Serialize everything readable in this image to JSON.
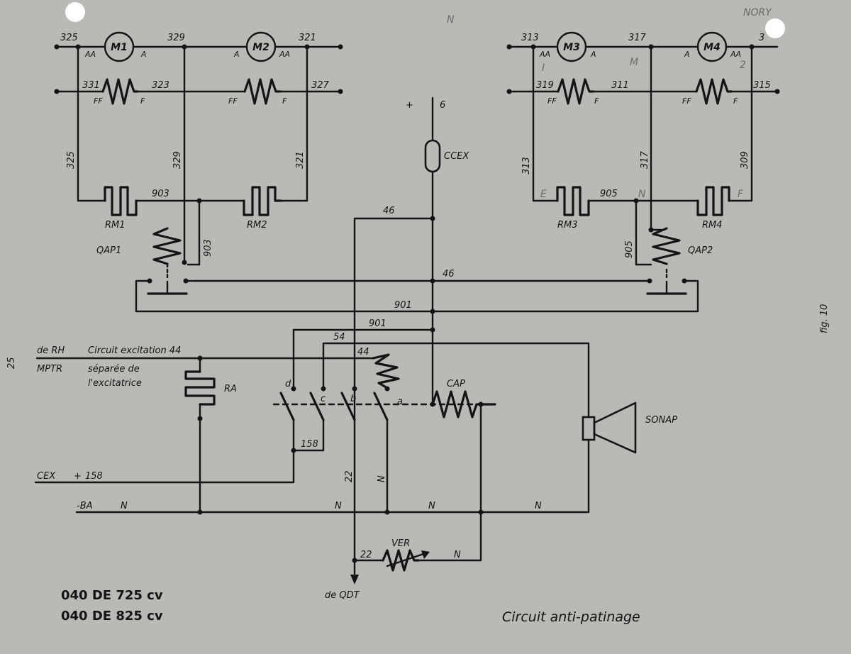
{
  "figure": {
    "title": "Circuit anti-patinage",
    "fig_number": "fig. 10",
    "page_number": "25",
    "models": [
      "040 DE 725 cv",
      "040 DE 825 cv"
    ],
    "corner_pencil": "NORY",
    "top_pencil": "N"
  },
  "left_group": {
    "wire_top_left": "325",
    "wire_top_mid": "329",
    "wire_top_right": "321",
    "motor1": "M1",
    "motor2": "M2",
    "field_left": "331",
    "field_mid": "323",
    "field_right": "327",
    "vert_left": "325",
    "vert_mid": "329",
    "vert_right": "321",
    "link_903": "903",
    "vert_903": "903",
    "rm1": "RM1",
    "rm2": "RM2",
    "qap": "QAP1",
    "term_AA": "AA",
    "term_A": "A",
    "term_FF": "FF",
    "term_F": "F"
  },
  "right_group": {
    "wire_top_left": "313",
    "wire_top_mid": "317",
    "wire_top_right": "3",
    "motor3": "M3",
    "motor4": "M4",
    "field_left": "319",
    "field_mid": "311",
    "field_right": "315",
    "vert_left": "313",
    "vert_mid": "317",
    "vert_right": "309",
    "link_905": "905",
    "vert_905": "905",
    "rm3": "RM3",
    "rm4": "RM4",
    "qap": "QAP2",
    "pencil_I": "I",
    "pencil_M": "M",
    "pencil_2": "2",
    "pencil_E": "E",
    "pencil_N": "N",
    "pencil_F": "F"
  },
  "center": {
    "plus": "+",
    "six": "6",
    "ccex": "CCEX",
    "w46_top": "46",
    "w46_mid": "46",
    "w901_a": "901",
    "w901_b": "901",
    "w54": "54",
    "w44": "44",
    "cap": "CAP",
    "sonap": "SONAP",
    "ra": "RA",
    "contacts": [
      "d",
      "c",
      "b",
      "a"
    ],
    "w158": "158",
    "w22_vert": "22",
    "n_vert": "N",
    "ver": "VER",
    "w22_bottom": "22",
    "n_bottom": "N",
    "de_qdt": "de QDT"
  },
  "left_notes": {
    "de_rh": "de RH",
    "circuit_exc": "Circuit excitation 44",
    "mptr": "MPTR",
    "separee": "séparée de",
    "excitatrice": "l'excitatrice",
    "cex": "CEX",
    "cex_plus": "+",
    "cex_158": "158",
    "ba": "-BA",
    "ba_n": "N",
    "n2": "N",
    "n3": "N",
    "n4": "N"
  }
}
